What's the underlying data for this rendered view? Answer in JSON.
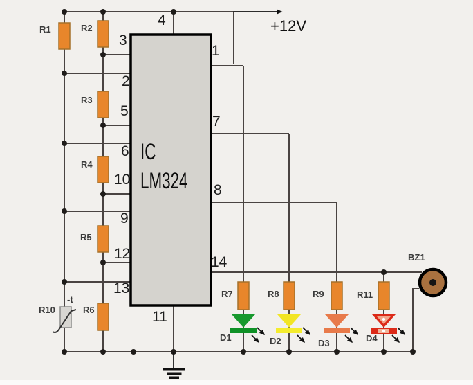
{
  "title": "LM324 four-level indicator schematic",
  "power": {
    "label": "+12V"
  },
  "ic": {
    "line1": "IC",
    "line2": "LM324",
    "pins": {
      "p1": "1",
      "p2": "2",
      "p3": "3",
      "p4": "4",
      "p5": "5",
      "p6": "6",
      "p7": "7",
      "p8": "8",
      "p9": "9",
      "p10": "10",
      "p11": "11",
      "p12": "12",
      "p13": "13",
      "p14": "14"
    }
  },
  "resistors": {
    "r1": "R1",
    "r2": "R2",
    "r3": "R3",
    "r4": "R4",
    "r5": "R5",
    "r6": "R6",
    "r7": "R7",
    "r8": "R8",
    "r9": "R9",
    "r11": "R11"
  },
  "thermistor": {
    "label": "R10",
    "marking": "-t"
  },
  "leds": {
    "d1": {
      "label": "D1",
      "color": "#18992e",
      "bar_color": "#0f9126"
    },
    "d2": {
      "label": "D2",
      "color": "#f2e524",
      "bar_color": "#f4ec2e"
    },
    "d3": {
      "label": "D3",
      "color": "#e87a4a",
      "bar_color": "#e87a4a"
    },
    "d4": {
      "label": "D4",
      "color": "#dc2a18",
      "bar_color": "#dc2a18"
    }
  },
  "buzzer": {
    "label": "BZ1",
    "color": "#a9713f"
  },
  "colors": {
    "background": "#f2f0ed",
    "wire": "#4a4442",
    "resistor_fill": "#e8862b",
    "resistor_border": "#a5702a",
    "ic_fill": "#d5d3ce",
    "thermistor_fill": "#d8d6d2",
    "junction_dot": "#1f1c1a"
  }
}
